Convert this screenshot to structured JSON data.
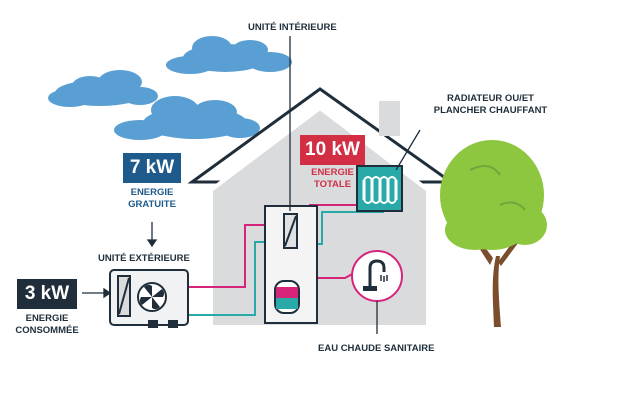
{
  "labels": {
    "indoor_unit": "UNITÉ INTÉRIEURE",
    "radiator_line1": "RADIATEUR OU/ET",
    "radiator_line2": "PLANCHER CHAUFFANT",
    "outdoor_unit": "UNITÉ EXTÉRIEURE",
    "hot_water": "EAU CHAUDE SANITAIRE"
  },
  "boxes": {
    "free": {
      "value": "7 kW",
      "caption_line1": "ENERGIE",
      "caption_line2": "GRATUITE",
      "color": "#1e5a8c"
    },
    "total": {
      "value": "10 kW",
      "caption_line1": "ENERGIE",
      "caption_line2": "TOTALE",
      "color": "#d22f45"
    },
    "consumed": {
      "value": "3 kW",
      "caption_line1": "ENERGIE",
      "caption_line2": "CONSOMMÉE",
      "color": "#1f2e3a"
    }
  },
  "colors": {
    "pipe_hot": "#d6247a",
    "pipe_cold": "#2aa9a9",
    "house_fill": "#d9dbdd",
    "cloud": "#5a9fd4",
    "tree": "#8dc63f",
    "trunk": "#7a4e2c"
  },
  "icons": [
    "cloud-icon",
    "house-icon",
    "tree-icon",
    "fan-icon",
    "radiator-icon",
    "faucet-icon",
    "tank-icon"
  ]
}
